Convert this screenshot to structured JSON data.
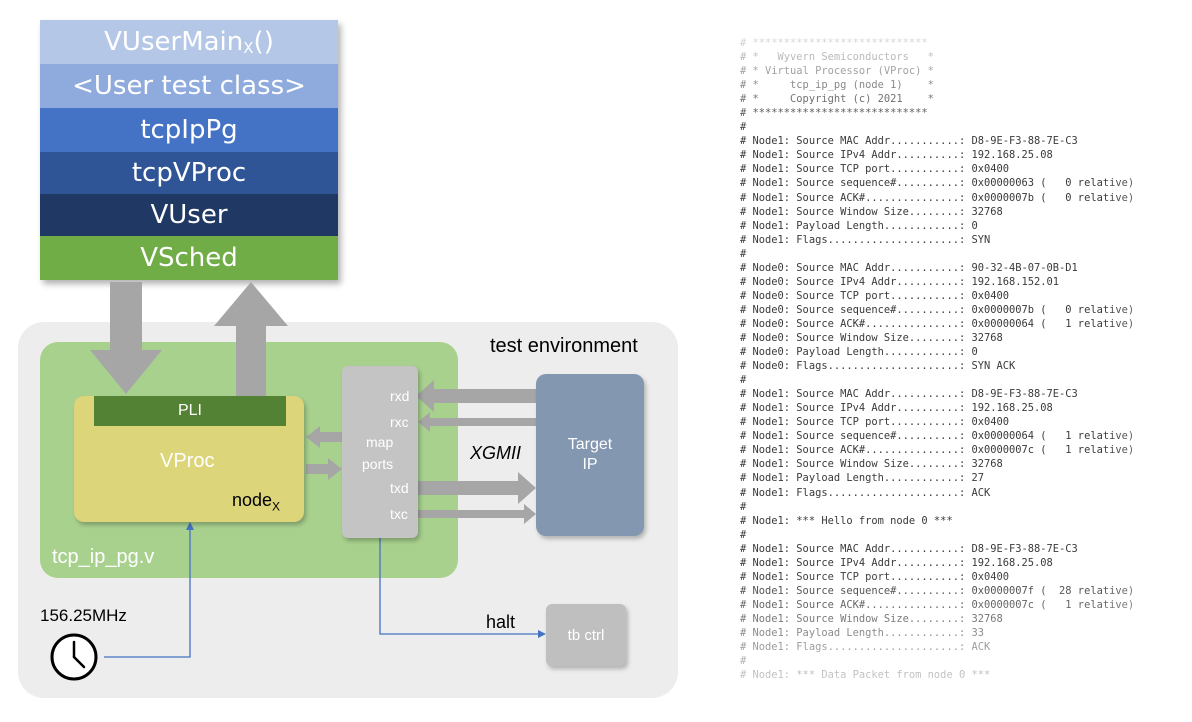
{
  "stack": {
    "vusermain": {
      "text": "VUserMain",
      "sub": "X",
      "suffix": "()"
    },
    "user_test_class": "<User test class>",
    "tcpippg": "tcpIpPg",
    "tcpvproc": "tcpVProc",
    "vuser": "VUser",
    "vsched": "VSched"
  },
  "env": {
    "test_environment": "test environment",
    "tcp_ip_pg": "tcp_ip_pg.v",
    "pli": "PLI",
    "vproc": "VProc",
    "node_text": "node",
    "node_sub": "X",
    "map_ports": [
      "map",
      "ports"
    ],
    "ports": {
      "rxd": "rxd",
      "rxc": "rxc",
      "txd": "txd",
      "txc": "txc"
    },
    "xgmii": "XGMII",
    "target_ip": [
      "Target",
      "IP"
    ],
    "clock": "156.25MHz",
    "halt": "halt",
    "tb_ctrl": "tb ctrl"
  },
  "colors": {
    "vusermain": "#b4c7e7",
    "user_test_class": "#8faadc",
    "tcpippg": "#4472c4",
    "tcpvproc": "#2f5597",
    "vuser": "#203864",
    "vsched": "#70ad47"
  },
  "console_lines": [
    "# ****************************",
    "# *   Wyvern Semiconductors   *",
    "# * Virtual Processor (VProc) *",
    "# *     tcp_ip_pg (node 1)    *",
    "# *     Copyright (c) 2021    *",
    "# ****************************",
    "#",
    "# Node1: Source MAC Addr...........: D8-9E-F3-88-7E-C3",
    "# Node1: Source IPv4 Addr..........: 192.168.25.08",
    "# Node1: Source TCP port...........: 0x0400",
    "# Node1: Source sequence#..........: 0x00000063 (   0 relative)",
    "# Node1: Source ACK#...............: 0x0000007b (   0 relative)",
    "# Node1: Source Window Size........: 32768",
    "# Node1: Payload Length............: 0",
    "# Node1: Flags.....................: SYN",
    "#",
    "# Node0: Source MAC Addr...........: 90-32-4B-07-0B-D1",
    "# Node0: Source IPv4 Addr..........: 192.168.152.01",
    "# Node0: Source TCP port...........: 0x0400",
    "# Node0: Source sequence#..........: 0x0000007b (   0 relative)",
    "# Node0: Source ACK#...............: 0x00000064 (   1 relative)",
    "# Node0: Source Window Size........: 32768",
    "# Node0: Payload Length............: 0",
    "# Node0: Flags.....................: SYN ACK",
    "#",
    "# Node1: Source MAC Addr...........: D8-9E-F3-88-7E-C3",
    "# Node1: Source IPv4 Addr..........: 192.168.25.08",
    "# Node1: Source TCP port...........: 0x0400",
    "# Node1: Source sequence#..........: 0x00000064 (   1 relative)",
    "# Node1: Source ACK#...............: 0x0000007c (   1 relative)",
    "# Node1: Source Window Size........: 32768",
    "# Node1: Payload Length............: 27",
    "# Node1: Flags.....................: ACK",
    "#",
    "# Node1: *** Hello from node 0 ***",
    "#",
    "# Node1: Source MAC Addr...........: D8-9E-F3-88-7E-C3",
    "# Node1: Source IPv4 Addr..........: 192.168.25.08",
    "# Node1: Source TCP port...........: 0x0400",
    "# Node1: Source sequence#..........: 0x0000007f (  28 relative)",
    "# Node1: Source ACK#...............: 0x0000007c (   1 relative)",
    "# Node1: Source Window Size........: 32768",
    "# Node1: Payload Length............: 33",
    "# Node1: Flags.....................: ACK",
    "#",
    "# Node1: *** Data Packet from node 0 ***"
  ]
}
